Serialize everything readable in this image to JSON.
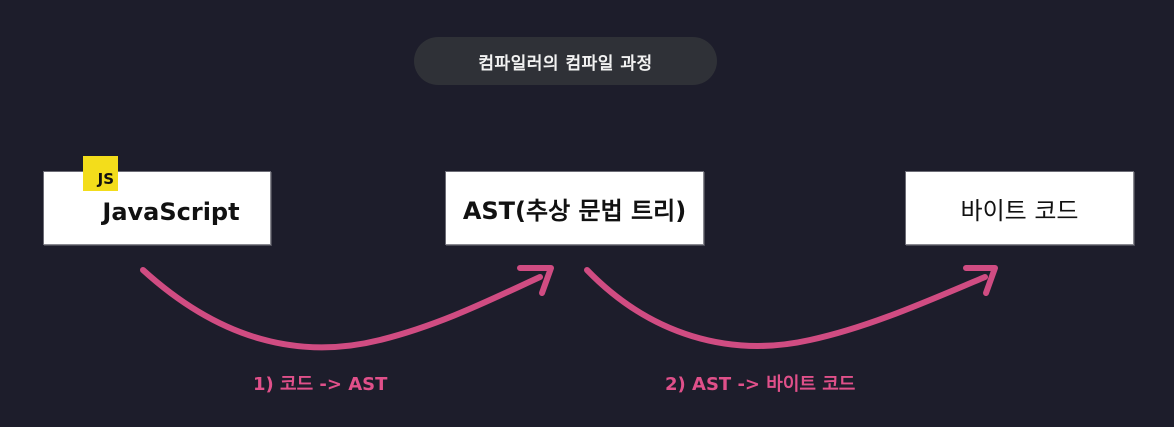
{
  "title": "컴파일러의 컴파일 과정",
  "nodes": {
    "javascript": {
      "badge": "JS",
      "label": "JavaScript"
    },
    "ast": {
      "label": "AST(추상 문법 트리)"
    },
    "bytecode": {
      "label": "바이트 코드"
    }
  },
  "steps": [
    {
      "label": "1) 코드 -> AST"
    },
    {
      "label": "2) AST -> 바이트 코드"
    }
  ],
  "colors": {
    "background": "#1d1d2b",
    "pill": "#2f3137",
    "arrow": "#e0508a",
    "js_badge": "#f3dd1b"
  }
}
